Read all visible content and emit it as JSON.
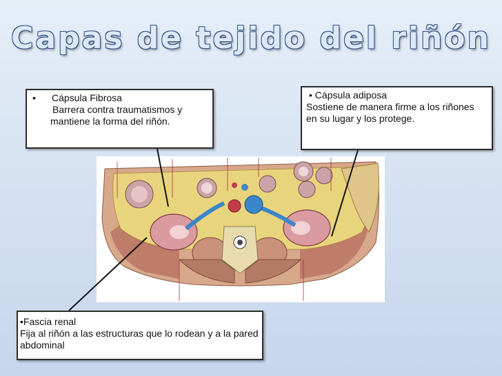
{
  "slide": {
    "title": "Capas de tejido del riñón"
  },
  "callouts": {
    "capsula_fibrosa": {
      "bullet": "•",
      "heading": "Cápsula Fibrosa",
      "description": "Barrera contra traumatismos y mantiene la forma del  riñón."
    },
    "capsula_adiposa": {
      "heading": "• Cápsula adiposa",
      "description": "Sostiene de manera firme a los riñones en su lugar y los protege."
    },
    "fascia_renal": {
      "heading": "•Fascia renal",
      "description": "Fija al riñón a las estructuras que lo rodean y a la pared abdominal"
    }
  },
  "colors": {
    "title_fill": "#dde9f6",
    "title_outline": "#2f4f86",
    "fat": "#e6d27a",
    "muscle": "#c48e7a",
    "kidney": "#d99aa0",
    "vein": "#3b86c9",
    "artery": "#c43b4a"
  }
}
